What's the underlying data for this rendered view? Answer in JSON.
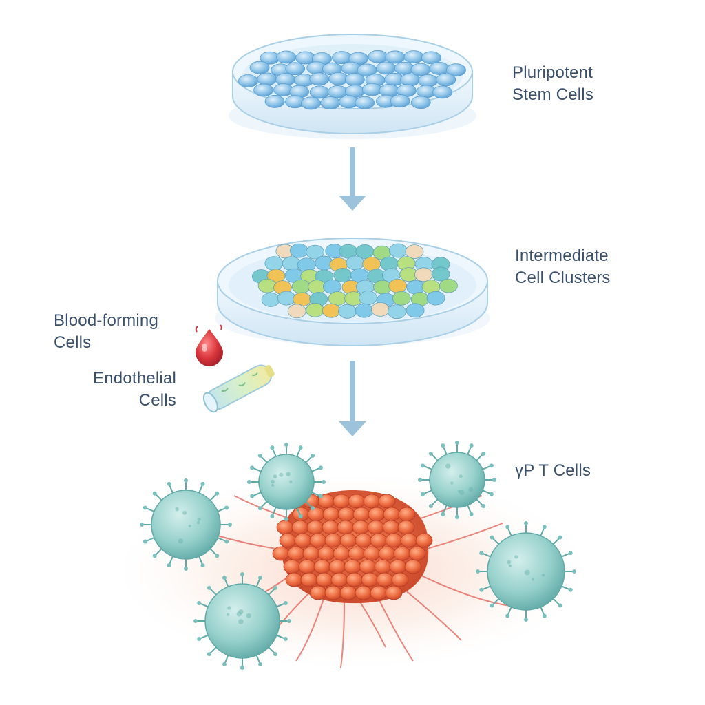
{
  "labels": {
    "pluripotent": {
      "line1": "Pluripotent",
      "line2": "Stem Cells"
    },
    "intermediate": {
      "line1": "Intermediate",
      "line2": "Cell Clusters"
    },
    "blood": {
      "line1": "Blood-forming",
      "line2": "Cells"
    },
    "endothelial": {
      "line1": "Endothelial",
      "line2": "Cells"
    },
    "tcells": {
      "line1": "γP T Cells"
    }
  },
  "colors": {
    "text": "#3a4f6a",
    "arrow": "#9cc2dc",
    "dish": "#d6e9f5",
    "stem_cell": "#7fb8e0",
    "tumor": "#e8623a",
    "tcell": "#8ccbc6",
    "blood_drop": "#d9363c"
  },
  "icons": [
    "petri-dish-icon",
    "blood-drop-icon",
    "vessel-tube-icon",
    "tumor-icon",
    "t-cell-icon"
  ]
}
